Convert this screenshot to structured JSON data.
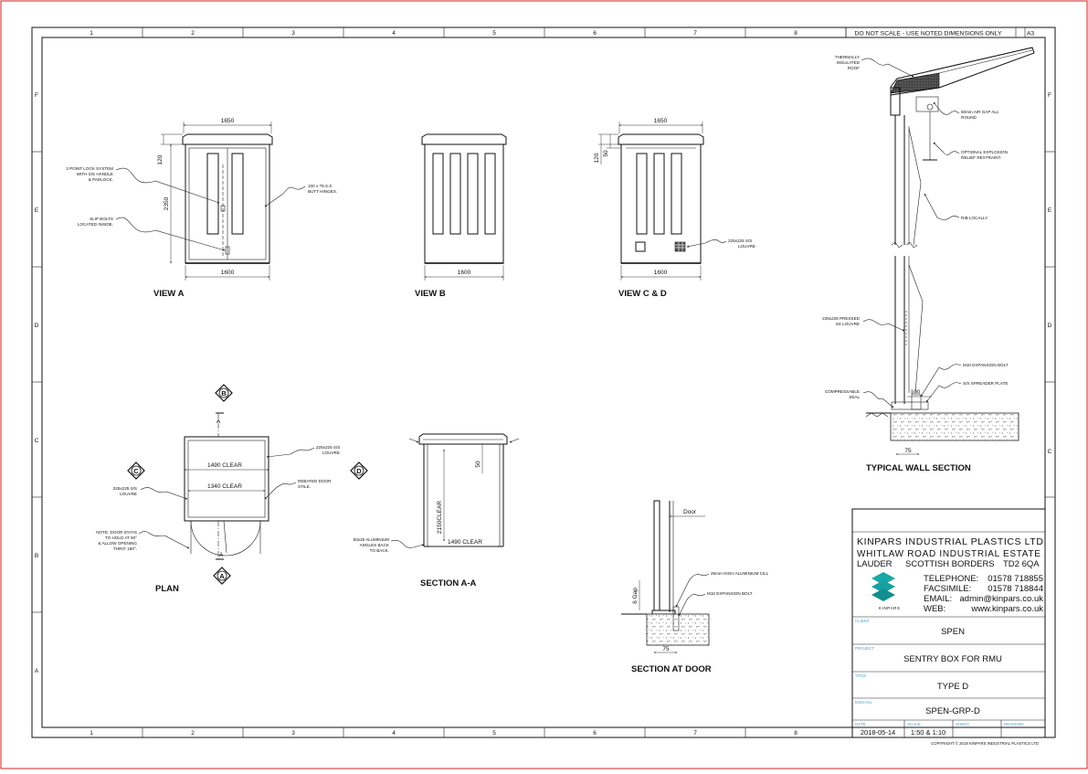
{
  "header": {
    "note": "DO NOT SCALE - USE NOTED DIMENSIONS ONLY",
    "size": "A3"
  },
  "grid": {
    "columns": [
      "1",
      "2",
      "3",
      "4",
      "5",
      "6",
      "7",
      "8"
    ],
    "rows": [
      "F",
      "E",
      "D",
      "C",
      "B",
      "A"
    ]
  },
  "views": {
    "view_a": {
      "label": "VIEW A",
      "width_top": "1650",
      "width_bottom": "1600",
      "height": "2350",
      "roof": "120",
      "note_lock": [
        "3 POINT LOCK SYSTEM",
        "WITH S/S HANDLE",
        "& PADLOCK."
      ],
      "note_hinges": [
        "100 x 75 S.S",
        "BUTT HINGES."
      ],
      "note_bolts": [
        "SLIP BOLTS",
        "LOCATED INSIDE."
      ]
    },
    "view_b": {
      "label": "VIEW B",
      "width_bottom": "1600"
    },
    "view_cd": {
      "label": "VIEW C & D",
      "width_top": "1650",
      "width_bottom": "1600",
      "dim_120": "120",
      "dim_50": "50",
      "note_louvre": [
        "225x225 S/S",
        "LOUVRE"
      ]
    },
    "plan": {
      "label": "PLAN",
      "clear_1": "1490 CLEAR",
      "clear_2": "1340 CLEAR",
      "note_louvre_right": [
        "225x225 S/S",
        "LOUVRE"
      ],
      "note_rebated": [
        "REBATED DOOR",
        "STILE."
      ],
      "note_louvre_left": [
        "225x225 S/S",
        "LOUVRE"
      ],
      "note_door": [
        "NOTE: DOOR STAYS",
        "TO HOLD AT 90°",
        "& ALLOW OPENING",
        "THRO' 180°."
      ],
      "marker_a": "A",
      "marker_b": "B",
      "marker_c": "C",
      "marker_d": "D",
      "section_a": "A"
    },
    "section_aa": {
      "label": "SECTION A-A",
      "height": "2150CLEAR",
      "width": "1490 CLEAR",
      "dim_50": "50",
      "note_angles": [
        "50x25 ALUMINIUM",
        "ANGLES BACK",
        "TO BACK."
      ]
    },
    "section_door": {
      "label": "SECTION AT DOOR",
      "door": "Door",
      "gap": "6 Gap",
      "dim_75": "75",
      "note_cill": "25mm HIGH ALUMINIUM CILL",
      "note_bolt": "M10 EXPANSION BOLT"
    },
    "wall_section": {
      "label": "TYPICAL WALL SECTION",
      "note_roof": [
        "THERMALLY",
        "INSULATED",
        "ROOF"
      ],
      "note_airgap": [
        "50mm AIR GAP ALL",
        "ROUND"
      ],
      "note_explosion": [
        "OPTIONAL EXPLOSION",
        "RELIEF RESTRAINT."
      ],
      "note_rib": "RIB LOCALLY",
      "note_louvre": [
        "225x225 PRESSED",
        "SS LOUVRE"
      ],
      "note_bolt": "M10 EXPANSION BOLT",
      "note_plate": "S/S SPREADER PLATE",
      "note_seal": [
        "COMPRESSABLE",
        "SEAL"
      ],
      "dim_100": "100",
      "dim_75": "75"
    }
  },
  "title_block": {
    "company": "KINPARS INDUSTRIAL PLASTICS LTD",
    "address1": "WHITLAW ROAD INDUSTRIAL ESTATE",
    "address2_left": "LAUDER",
    "address2_mid": "SCOTTISH BORDERS",
    "address2_right": "TD2 6QA",
    "tel_label": "TELEPHONE:",
    "tel": "01578 718855",
    "fax_label": "FACSIMILE:",
    "fax": "01578 718844",
    "email_label": "EMAIL:",
    "email": "admin@kinpars.co.uk",
    "web_label": "WEB:",
    "web": "www.kinpars.co.uk",
    "logo_text": "KINPARS",
    "client_label": "CLIENT",
    "client": "SPEN",
    "project_label": "PROJECT",
    "project": "SENTRY BOX FOR RMU",
    "title_label": "TITLE",
    "title": "TYPE D",
    "dwg_label": "DWG No.",
    "dwg": "SPEN-GRP-D",
    "date_label": "DATE",
    "date": "2018-05-14",
    "scale_label": "SCALE",
    "scale": "1:50 & 1:10",
    "sheet_label": "SHEET",
    "revision_label": "REVISION",
    "copyright": "COPYRIGHT © 2018  KINPARS INDUSTRIAL PLASTICS LTD",
    "brand_color": "#1aa7a7"
  }
}
